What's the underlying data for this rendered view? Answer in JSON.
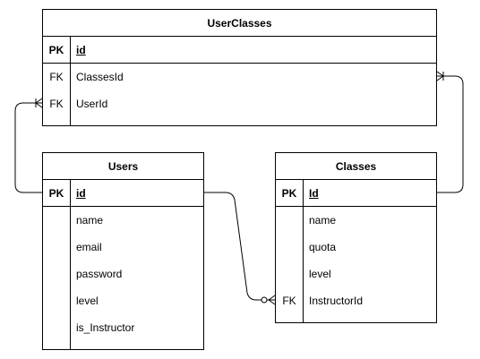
{
  "entities": {
    "userclasses": {
      "title": "UserClasses",
      "rows": [
        {
          "key": "PK",
          "field": "id"
        },
        {
          "key": "FK",
          "field": "ClassesId"
        },
        {
          "key": "FK",
          "field": "UserId"
        }
      ]
    },
    "users": {
      "title": "Users",
      "rows": [
        {
          "key": "PK",
          "field": "id"
        },
        {
          "key": "",
          "field": "name"
        },
        {
          "key": "",
          "field": "email"
        },
        {
          "key": "",
          "field": "password"
        },
        {
          "key": "",
          "field": "level"
        },
        {
          "key": "",
          "field": "is_Instructor"
        }
      ]
    },
    "classes": {
      "title": "Classes",
      "rows": [
        {
          "key": "PK",
          "field": "Id"
        },
        {
          "key": "",
          "field": "name"
        },
        {
          "key": "",
          "field": "quota"
        },
        {
          "key": "",
          "field": "level"
        },
        {
          "key": "FK",
          "field": "InstructorId"
        }
      ]
    }
  },
  "relationships": [
    {
      "from": "Users.id",
      "to": "UserClasses.UserId",
      "cardinality": "one-to-many"
    },
    {
      "from": "Classes.Id",
      "to": "UserClasses.ClassesId",
      "cardinality": "one-to-many"
    },
    {
      "from": "Users.id",
      "to": "Classes.InstructorId",
      "cardinality": "one-to-zero-or-many"
    }
  ]
}
